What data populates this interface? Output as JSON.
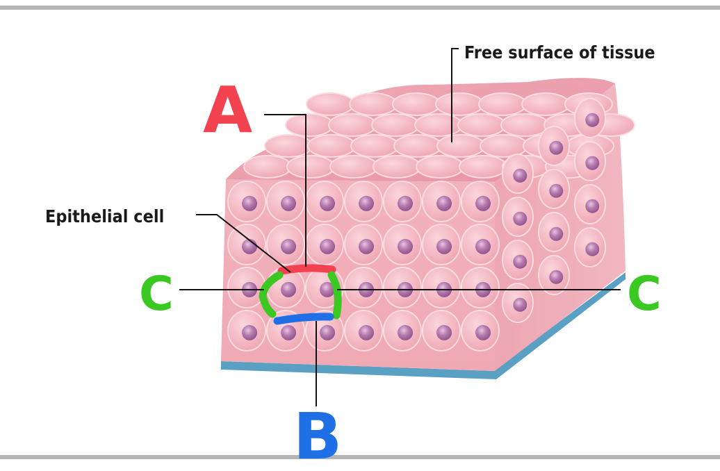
{
  "labels": {
    "free_surface": "Free surface of tissue",
    "epithelial_cell": "Epithelial cell"
  },
  "markers": {
    "a": "A",
    "b": "B",
    "c_left": "C",
    "c_right": "C"
  },
  "colors": {
    "marker_a": "#f2414f",
    "marker_b": "#1f6fe6",
    "marker_c": "#3bc823",
    "tissue_pink": "#f3b3bd",
    "cell_outline": "#f8d3d8",
    "nucleus": "#a8679f",
    "basement_membrane": "#5a9fc0"
  }
}
